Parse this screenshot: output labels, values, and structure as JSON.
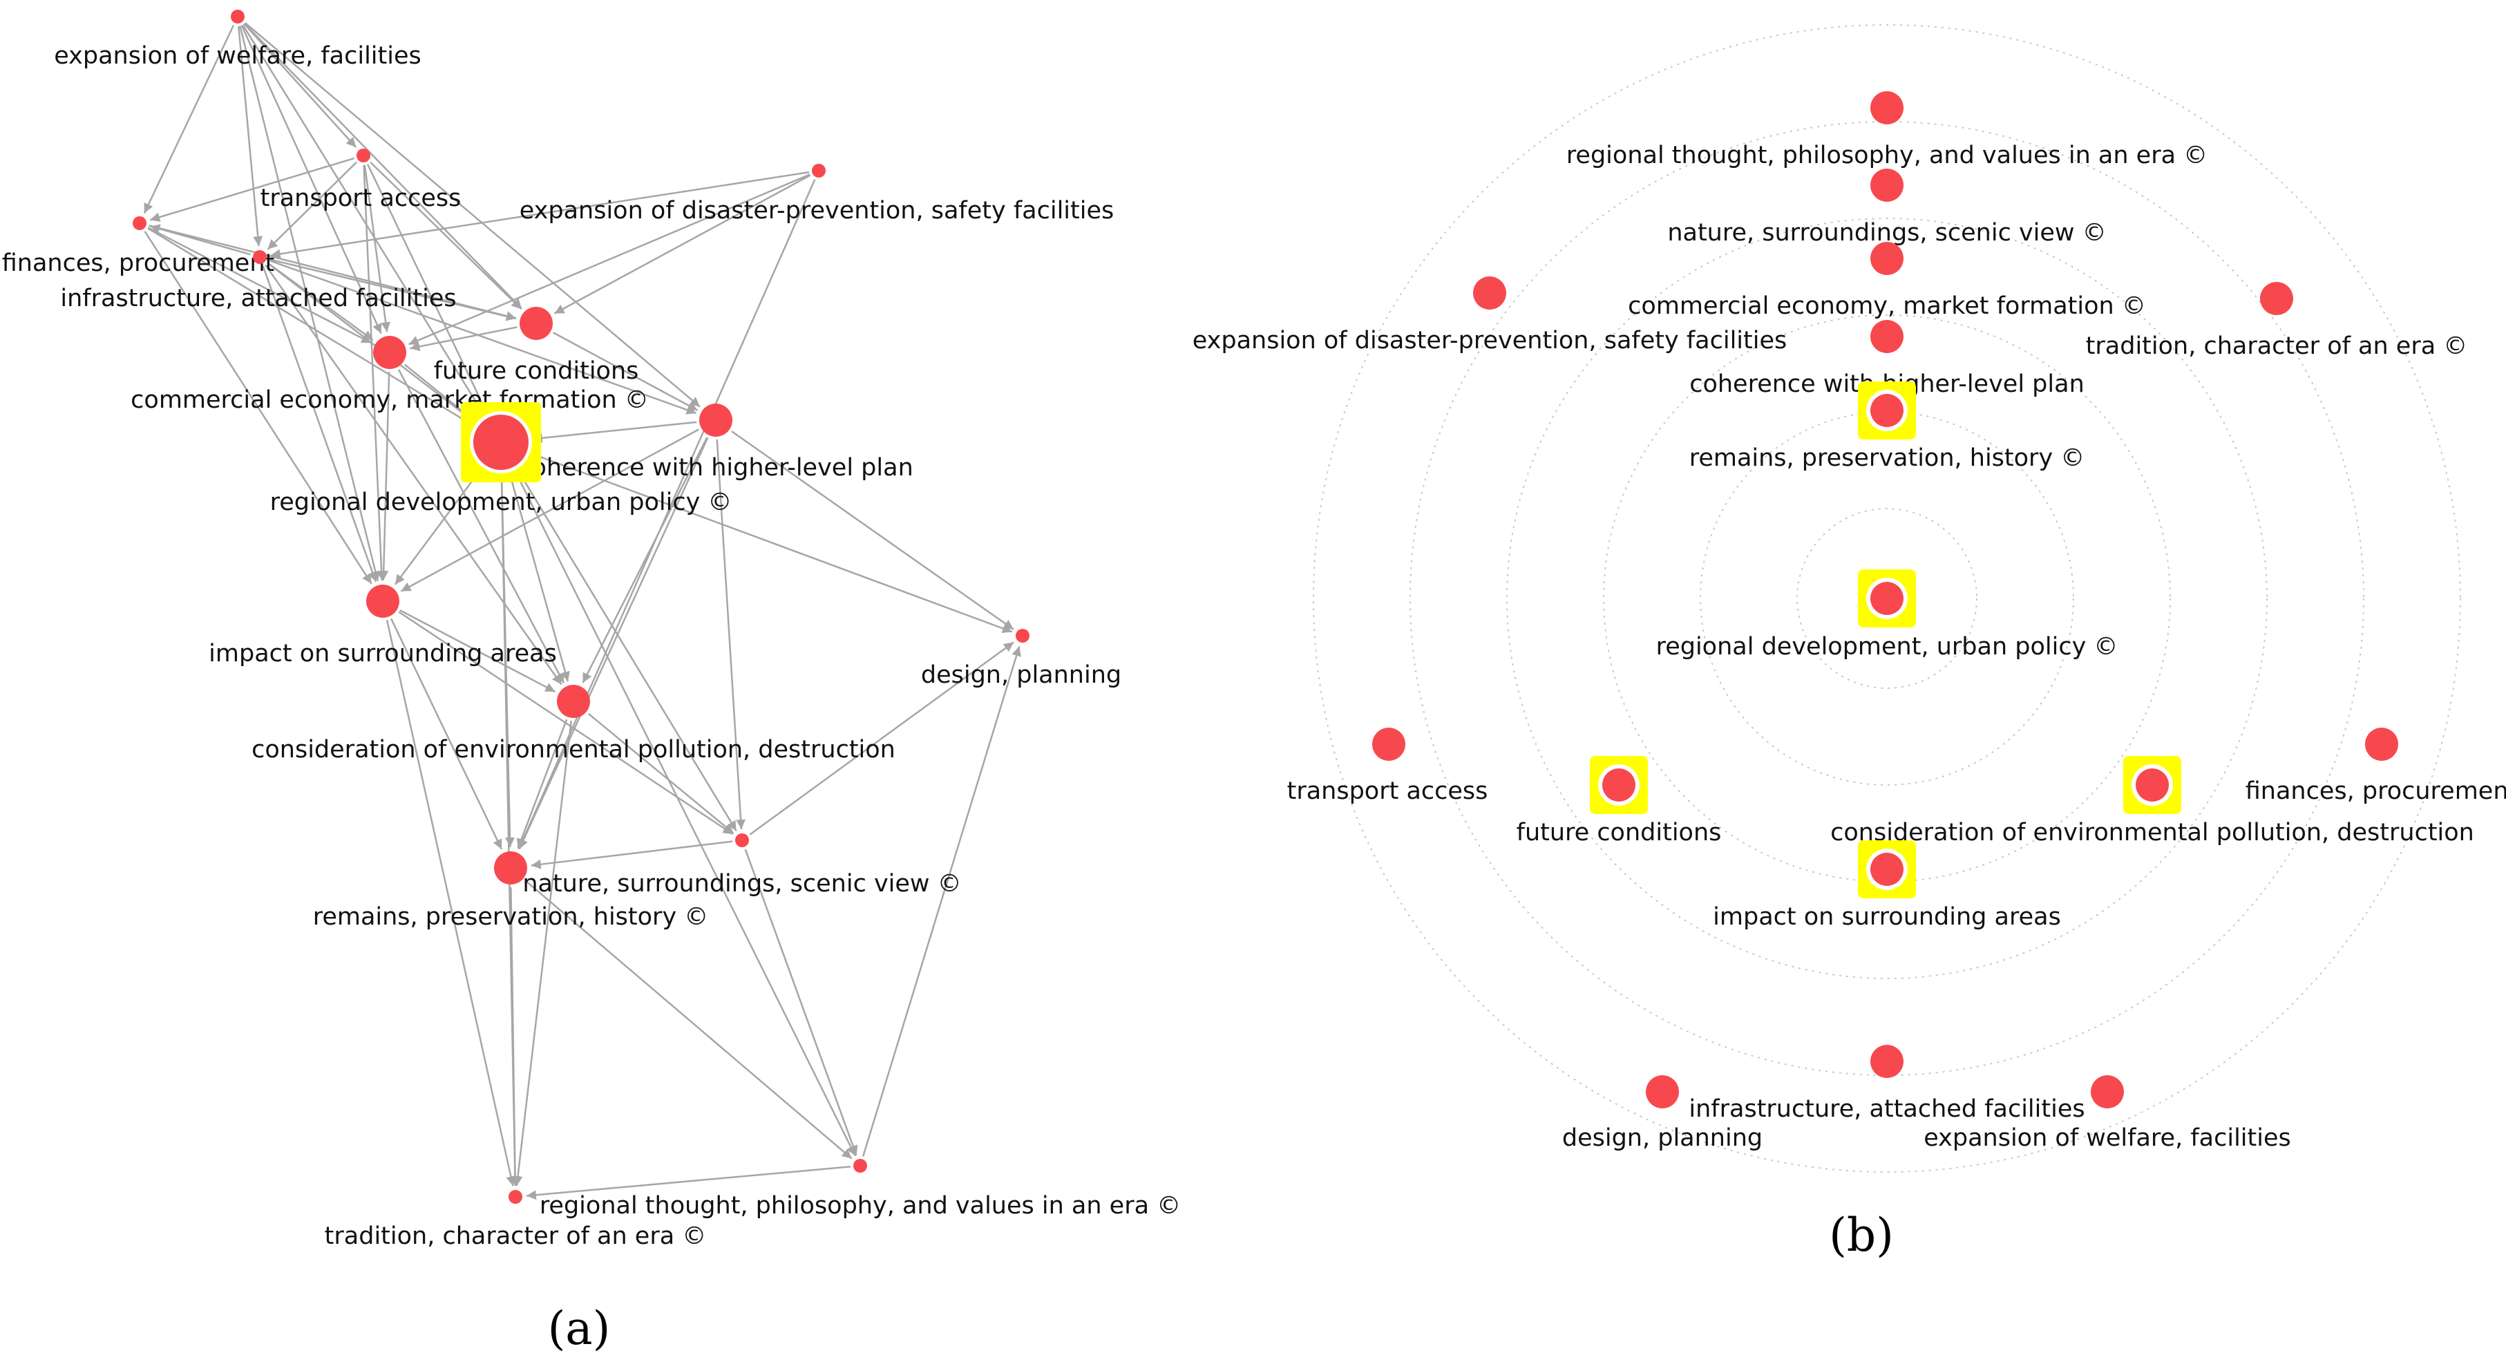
{
  "colors": {
    "node": "#f7484e",
    "highlight": "#ffff00",
    "edge": "#a6a6a6",
    "ring": "#c8c8c8",
    "text": "#111111"
  },
  "panel_a": {
    "caption": "(a)",
    "nodes": [
      {
        "id": "welfare",
        "label": "expansion of welfare, facilities",
        "size": "small",
        "highlight": false
      },
      {
        "id": "transport",
        "label": "transport access",
        "size": "small",
        "highlight": false
      },
      {
        "id": "disaster",
        "label": "expansion of disaster-prevention, safety facilities",
        "size": "small",
        "highlight": false
      },
      {
        "id": "finances",
        "label": "finances, procurement",
        "size": "small",
        "highlight": false
      },
      {
        "id": "infra",
        "label": "infrastructure, attached facilities",
        "size": "small",
        "highlight": false
      },
      {
        "id": "future",
        "label": "future conditions",
        "size": "medium",
        "highlight": false
      },
      {
        "id": "commercial",
        "label": "commercial economy, market formation ©",
        "size": "medium",
        "highlight": false
      },
      {
        "id": "coherence",
        "label": "coherence with higher-level plan",
        "size": "medium",
        "highlight": false
      },
      {
        "id": "regional",
        "label": "regional development, urban policy ©",
        "size": "large",
        "highlight": true
      },
      {
        "id": "impact",
        "label": "impact on surrounding areas",
        "size": "medium",
        "highlight": false
      },
      {
        "id": "design",
        "label": "design, planning",
        "size": "small",
        "highlight": false
      },
      {
        "id": "environment",
        "label": "consideration of environmental pollution, destruction",
        "size": "medium",
        "highlight": false
      },
      {
        "id": "nature",
        "label": "nature, surroundings, scenic view ©",
        "size": "small",
        "highlight": false
      },
      {
        "id": "remains",
        "label": "remains, preservation, history ©",
        "size": "medium",
        "highlight": false
      },
      {
        "id": "thought",
        "label": "regional thought, philosophy, and values in an era ©",
        "size": "small",
        "highlight": false
      },
      {
        "id": "tradition",
        "label": "tradition, character of an era ©",
        "size": "small",
        "highlight": false
      }
    ],
    "edges": [
      [
        "welfare",
        "finances"
      ],
      [
        "welfare",
        "transport"
      ],
      [
        "welfare",
        "infra"
      ],
      [
        "welfare",
        "commercial"
      ],
      [
        "welfare",
        "future"
      ],
      [
        "welfare",
        "regional"
      ],
      [
        "welfare",
        "impact"
      ],
      [
        "welfare",
        "coherence"
      ],
      [
        "transport",
        "finances"
      ],
      [
        "transport",
        "infra"
      ],
      [
        "transport",
        "future"
      ],
      [
        "transport",
        "regional"
      ],
      [
        "transport",
        "impact"
      ],
      [
        "transport",
        "commercial"
      ],
      [
        "infra",
        "finances"
      ],
      [
        "infra",
        "commercial"
      ],
      [
        "infra",
        "future"
      ],
      [
        "infra",
        "coherence"
      ],
      [
        "infra",
        "regional"
      ],
      [
        "infra",
        "impact"
      ],
      [
        "infra",
        "environment"
      ],
      [
        "finances",
        "commercial"
      ],
      [
        "finances",
        "future"
      ],
      [
        "finances",
        "impact"
      ],
      [
        "finances",
        "regional"
      ],
      [
        "disaster",
        "future"
      ],
      [
        "disaster",
        "commercial"
      ],
      [
        "disaster",
        "infra"
      ],
      [
        "disaster",
        "remains"
      ],
      [
        "future",
        "coherence"
      ],
      [
        "future",
        "commercial"
      ],
      [
        "commercial",
        "regional"
      ],
      [
        "commercial",
        "environment"
      ],
      [
        "commercial",
        "impact"
      ],
      [
        "coherence",
        "regional"
      ],
      [
        "coherence",
        "impact"
      ],
      [
        "coherence",
        "design"
      ],
      [
        "coherence",
        "nature"
      ],
      [
        "coherence",
        "remains"
      ],
      [
        "coherence",
        "environment"
      ],
      [
        "regional",
        "impact"
      ],
      [
        "regional",
        "environment"
      ],
      [
        "regional",
        "remains"
      ],
      [
        "regional",
        "nature"
      ],
      [
        "regional",
        "design"
      ],
      [
        "regional",
        "tradition"
      ],
      [
        "regional",
        "thought"
      ],
      [
        "impact",
        "environment"
      ],
      [
        "impact",
        "nature"
      ],
      [
        "impact",
        "remains"
      ],
      [
        "impact",
        "tradition"
      ],
      [
        "environment",
        "nature"
      ],
      [
        "environment",
        "remains"
      ],
      [
        "environment",
        "tradition"
      ],
      [
        "nature",
        "remains"
      ],
      [
        "nature",
        "thought"
      ],
      [
        "nature",
        "design"
      ],
      [
        "remains",
        "tradition"
      ],
      [
        "remains",
        "thought"
      ],
      [
        "thought",
        "tradition"
      ],
      [
        "thought",
        "design"
      ]
    ]
  },
  "panel_b": {
    "caption": "(b)",
    "rings": 6,
    "nodes": [
      {
        "id": "thought",
        "label": "regional thought, philosophy, and values in an era ©",
        "highlight": false
      },
      {
        "id": "nature",
        "label": "nature, surroundings, scenic view ©",
        "highlight": false
      },
      {
        "id": "commercial",
        "label": "commercial economy, market formation ©",
        "highlight": false
      },
      {
        "id": "coherence",
        "label": "coherence with higher-level plan",
        "highlight": false
      },
      {
        "id": "remains",
        "label": "remains, preservation, history ©",
        "highlight": true
      },
      {
        "id": "regional",
        "label": "regional development, urban policy ©",
        "highlight": true
      },
      {
        "id": "disaster",
        "label": "expansion of disaster-prevention, safety facilities",
        "highlight": false
      },
      {
        "id": "tradition",
        "label": "tradition, character of an era ©",
        "highlight": false
      },
      {
        "id": "transport",
        "label": "transport access",
        "highlight": false
      },
      {
        "id": "future",
        "label": "future conditions",
        "highlight": true
      },
      {
        "id": "environment",
        "label": "consideration of environmental pollution, destruction",
        "highlight": true
      },
      {
        "id": "finances",
        "label": "finances, procurement",
        "highlight": false
      },
      {
        "id": "impact",
        "label": "impact on surrounding areas",
        "highlight": true
      },
      {
        "id": "infra",
        "label": "infrastructure, attached facilities",
        "highlight": false
      },
      {
        "id": "design",
        "label": "design, planning",
        "highlight": false
      },
      {
        "id": "welfare",
        "label": "expansion of welfare, facilities",
        "highlight": false
      }
    ]
  }
}
